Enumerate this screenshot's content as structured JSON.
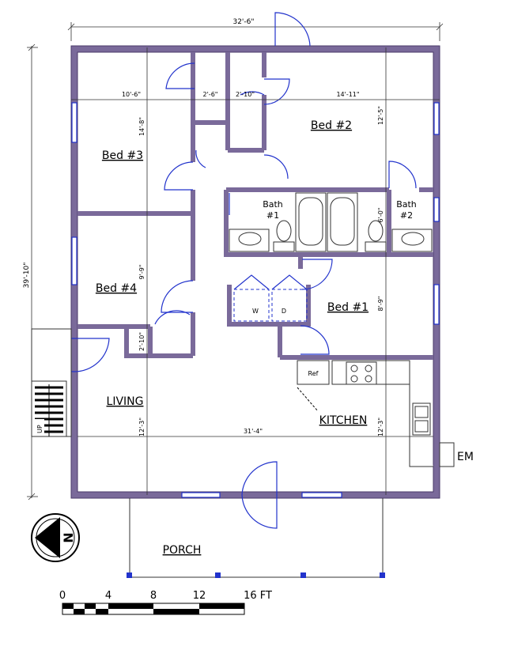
{
  "rooms": {
    "bed3": "Bed #3",
    "bed2": "Bed #2",
    "bed4": "Bed #4",
    "bed1": "Bed #1",
    "bath1_line1": "Bath",
    "bath1_line2": "#1",
    "bath2_line1": "Bath",
    "bath2_line2": "#2",
    "living": "LIVING",
    "kitchen": "KITCHEN",
    "porch": "PORCH",
    "em": "EM",
    "ref": "Ref",
    "washer": "W",
    "dryer": "D",
    "stair": "UP"
  },
  "dimensions": {
    "overall_width": "32'-6\"",
    "overall_depth": "39'-10\"",
    "bed3_width": "10'-6\"",
    "closet1_width": "2'-6\"",
    "closet2_width": "2'-10\"",
    "bed2_width": "14'-11\"",
    "bed3_depth": "14'-8\"",
    "bed2_depth": "12'-5\"",
    "bath2_depth": "6'-0\"",
    "bed4_depth": "9'-9\"",
    "bed1_depth": "8'-9\"",
    "closet3_depth": "2'-10\"",
    "living_width": "31'-4\"",
    "living_depth": "12'-3\"",
    "kitchen_depth": "12'-3\""
  },
  "scale_bar": {
    "labels": [
      "0",
      "4",
      "8",
      "12",
      "16 FT"
    ]
  },
  "north_arrow": "N"
}
